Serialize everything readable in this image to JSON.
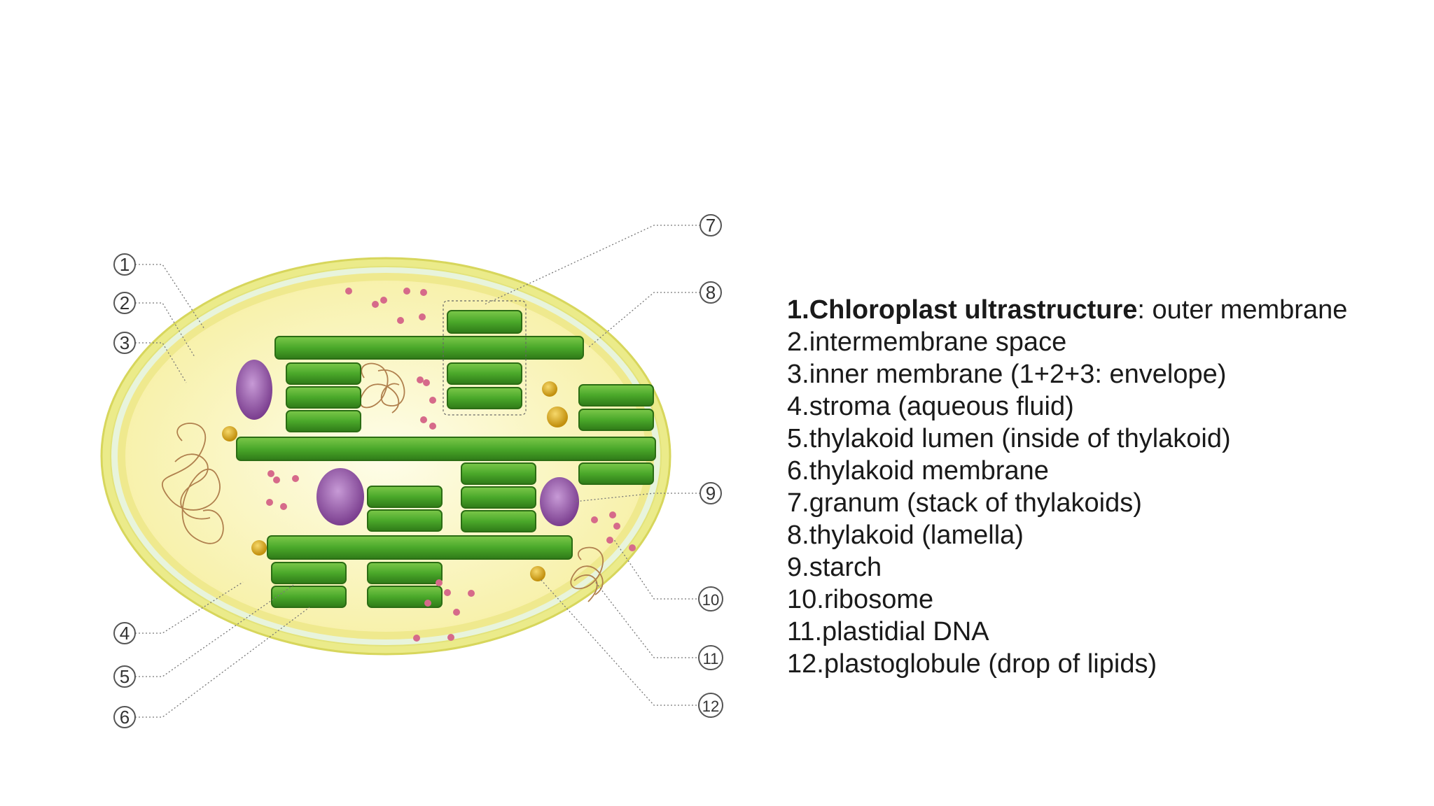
{
  "legend": {
    "items": [
      {
        "bold": "1.Chloroplast ultrastructure",
        "rest": ": outer membrane"
      },
      {
        "bold": "",
        "rest": "2.intermembrane space"
      },
      {
        "bold": "",
        "rest": "3.inner membrane (1+2+3: envelope)"
      },
      {
        "bold": "",
        "rest": "4.stroma (aqueous fluid)"
      },
      {
        "bold": "",
        "rest": "5.thylakoid lumen (inside of thylakoid)"
      },
      {
        "bold": "",
        "rest": "6.thylakoid membrane"
      },
      {
        "bold": "",
        "rest": "7.granum (stack of thylakoids)"
      },
      {
        "bold": "",
        "rest": "8.thylakoid (lamella)"
      },
      {
        "bold": "",
        "rest": "9.starch"
      },
      {
        "bold": "",
        "rest": "10.ribosome"
      },
      {
        "bold": "",
        "rest": "11.plastidial DNA"
      },
      {
        "bold": "",
        "rest": "12.plastoglobule (drop of lipids)"
      }
    ]
  },
  "callouts": {
    "c1": "1",
    "c2": "2",
    "c3": "3",
    "c4": "4",
    "c5": "5",
    "c6": "6",
    "c7": "7",
    "c8": "8",
    "c9": "9",
    "c10": "10",
    "c11": "11",
    "c12": "12"
  },
  "colors": {
    "background": "#ffffff",
    "outer_membrane": "#e6e87a",
    "stroma": "#fbf7c6",
    "thylakoid": "#4aa82a",
    "thylakoid_dark": "#2f7a18",
    "starch": "#8a4e9c",
    "ribosome": "#d66a8a",
    "plastoglobule": "#d9aa1e",
    "dna": "#b0804e"
  }
}
